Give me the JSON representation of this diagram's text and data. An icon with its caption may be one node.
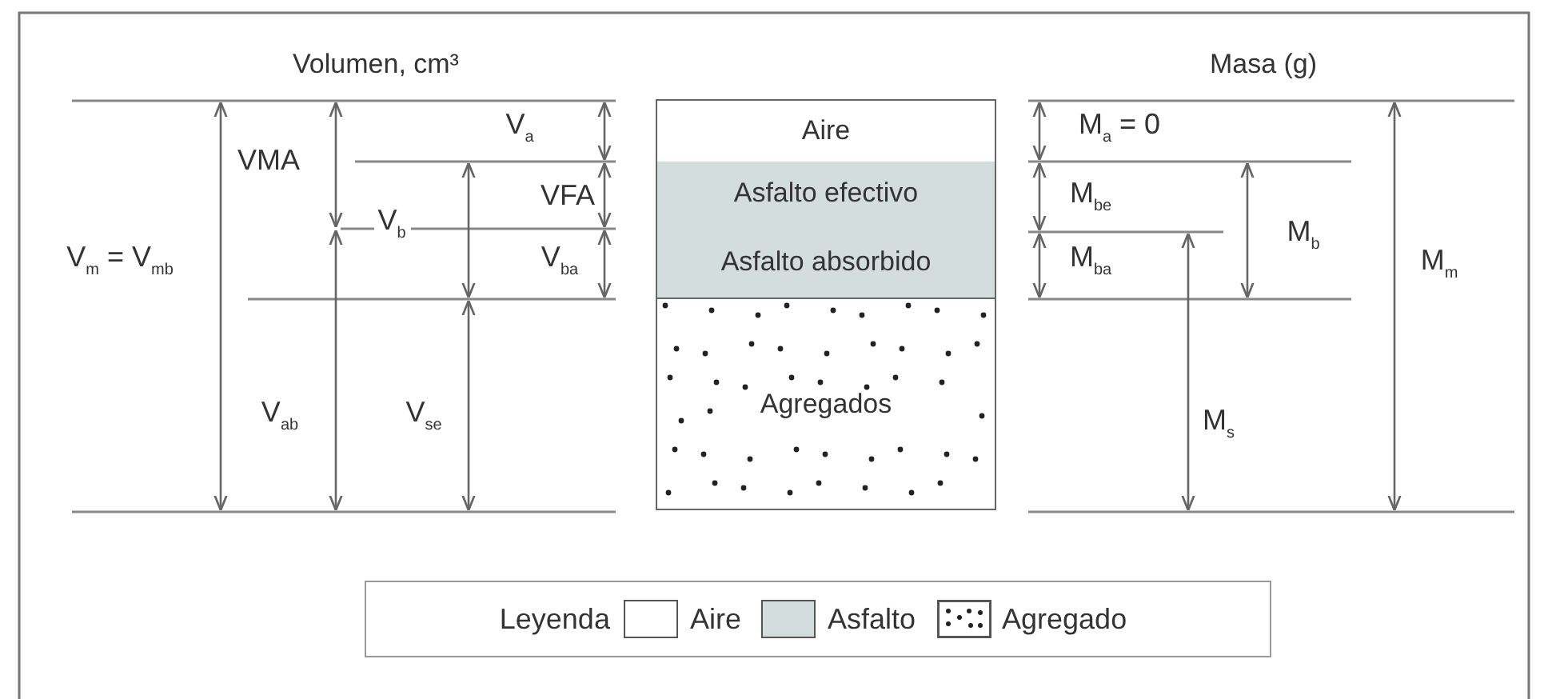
{
  "diagram": {
    "nodes": [
      {
        "text": [
          "Aire"
        ]
      },
      {
        "text": [
          "Asfalto efectivo"
        ]
      },
      {
        "text": [
          "Asfalto absorbido"
        ]
      },
      {
        "text": [
          "Agregados"
        ]
      }
    ],
    "labels": [
      "Volumen, cm³",
      "Masa (g)",
      "V$_{a}$",
      "VMA",
      "VFA",
      "V$_{m}$ = V$_{mb}$",
      "V$_{b}$",
      "V$_{ba}$",
      "V$_{ab}$",
      "V$_{se}$",
      "M$_{a}$ = 0",
      "M$_{be}$",
      "M$_{b}$",
      "M$_{ba}$",
      "M$_{m}$",
      "M$_{s}$",
      "Leyenda"
    ],
    "legend": [
      {
        "text": "Aire",
        "color": "#ffffff"
      },
      {
        "text": "Asfalto",
        "color": "#d3dddd"
      },
      {
        "text": "Agregado"
      }
    ]
  }
}
